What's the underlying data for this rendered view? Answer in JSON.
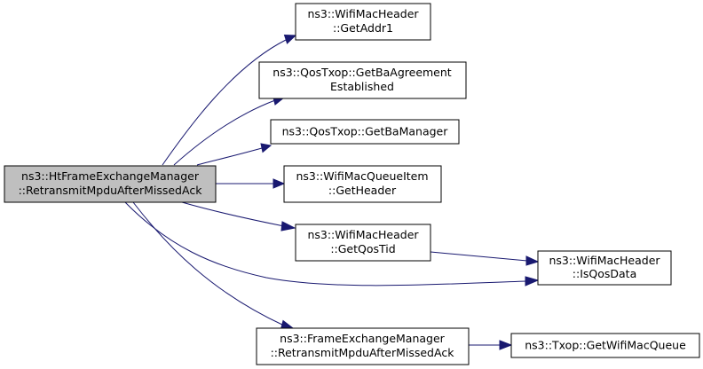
{
  "nodes": {
    "root": {
      "line1": "ns3::HtFrameExchangeManager",
      "line2": "::RetransmitMpduAfterMissedAck"
    },
    "getaddr1": {
      "line1": "ns3::WifiMacHeader",
      "line2": "::GetAddr1"
    },
    "getbaagreement": {
      "line1": "ns3::QosTxop::GetBaAgreement",
      "line2": "Established"
    },
    "getbamanager": {
      "line1": "ns3::QosTxop::GetBaManager"
    },
    "getheader": {
      "line1": "ns3::WifiMacQueueItem",
      "line2": "::GetHeader"
    },
    "getqostid": {
      "line1": "ns3::WifiMacHeader",
      "line2": "::GetQosTid"
    },
    "isqosdata": {
      "line1": "ns3::WifiMacHeader",
      "line2": "::IsQosData"
    },
    "fem_retransmit": {
      "line1": "ns3::FrameExchangeManager",
      "line2": "::RetransmitMpduAfterMissedAck"
    },
    "getwifimacqueue": {
      "line1": "ns3::Txop::GetWifiMacQueue"
    }
  },
  "colors": {
    "edge": "#191970",
    "root_fill": "#bfbfbf",
    "node_fill": "#ffffff",
    "node_stroke": "#000000"
  }
}
